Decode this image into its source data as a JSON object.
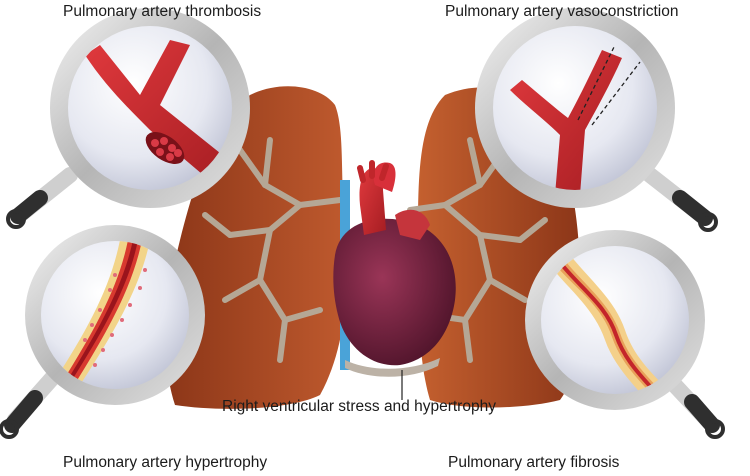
{
  "labels": {
    "top_left": "Pulmonary artery thrombosis",
    "top_right": "Pulmonary artery vasoconstriction",
    "bottom_left": "Pulmonary artery hypertrophy",
    "bottom_right": "Pulmonary artery fibrosis",
    "center": "Right ventricular stress and hypertrophy"
  },
  "colors": {
    "lung": "#a94a25",
    "lung_dark": "#8a3519",
    "airway": "#b7ab9a",
    "vessel": "#c0262b",
    "heart": "#6e1f3a",
    "vein": "#4aa3d8",
    "lens_rim": "#cfcfcf",
    "lens_glass": "#e7e9f2",
    "handle": "#2f2f2f"
  },
  "icons": {
    "magnifier": "magnifying-glass-icon",
    "heart": "heart-icon",
    "lungs": "lungs-icon"
  }
}
